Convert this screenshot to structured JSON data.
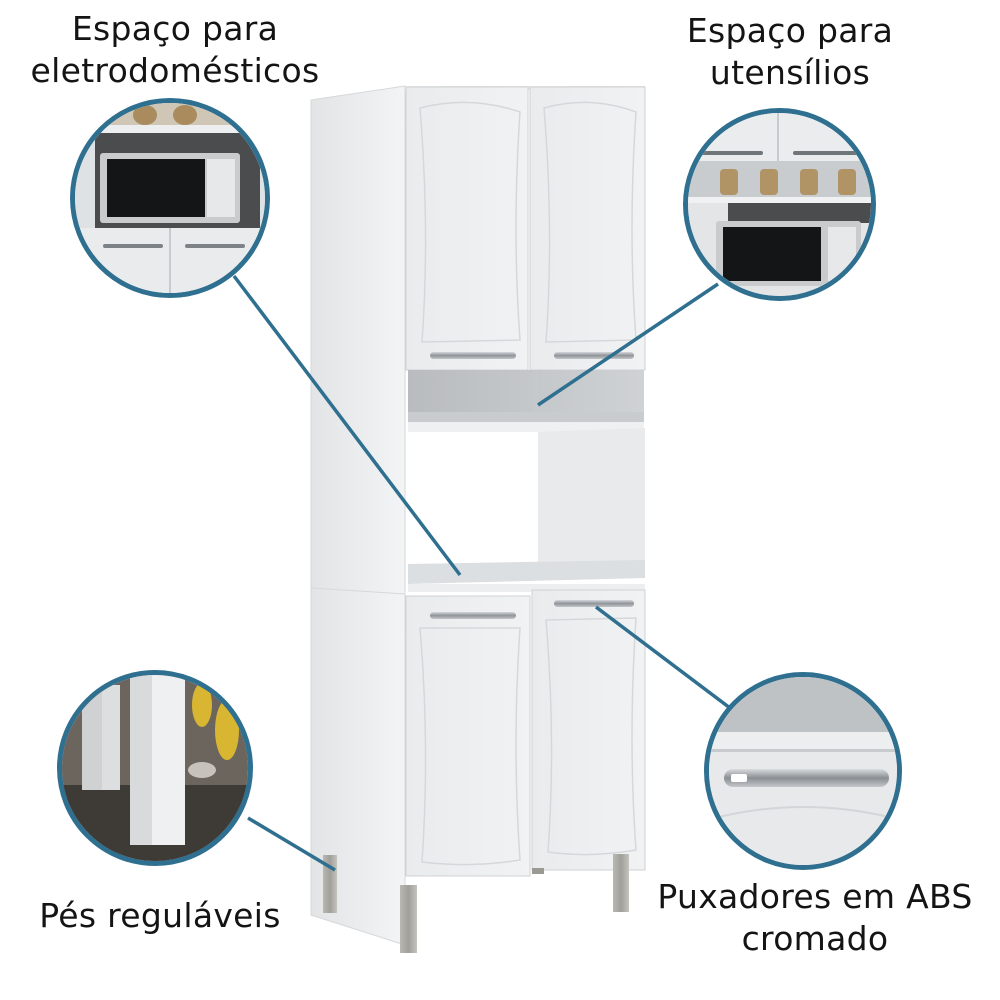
{
  "callouts": [
    {
      "id": "appliances",
      "lines": [
        "Espaço para",
        "eletrodomésticos"
      ]
    },
    {
      "id": "utensils",
      "lines": [
        "Espaço para",
        "utensílios"
      ]
    },
    {
      "id": "feet",
      "lines": [
        "Pés reguláveis"
      ]
    },
    {
      "id": "handles",
      "lines": [
        "Puxadores em ABS",
        "cromado"
      ]
    }
  ],
  "colors": {
    "accent_ring": "#2f6f8f",
    "callout_line": "#2f6f8f",
    "cabinet_white": "#ebedef",
    "handle_chrome": "#9da2a6",
    "leg_steel": "#a9a8a3"
  },
  "product": {
    "type": "kitchen-cabinet",
    "upper_doors": 2,
    "lower_doors": 2,
    "open_niches": 2,
    "legs": 4
  }
}
